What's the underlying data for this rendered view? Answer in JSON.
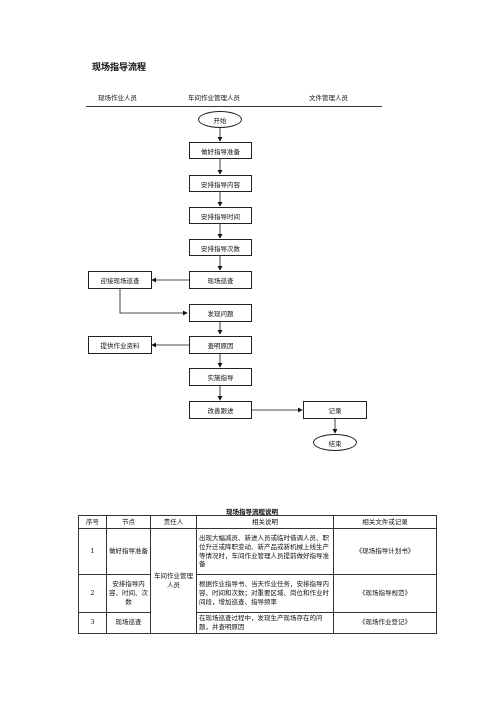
{
  "title": "现场指导流程",
  "lanes": [
    "现场作业人员",
    "车间作业管理人员",
    "文件管理人员"
  ],
  "nodes": {
    "start": "开始",
    "prepare": "做好指导准备",
    "content": "安排指导内容",
    "time": "安排指导时间",
    "count": "安排指导次数",
    "patrol": "现场巡查",
    "accept": "迎接现场巡查",
    "problem": "发现问题",
    "provide": "提供作业资料",
    "cause": "查明原因",
    "implement": "实施指导",
    "improve": "改善跟进",
    "record": "记录",
    "end": "结束"
  },
  "table": {
    "title": "现场指导流程说明",
    "headers": [
      "序号",
      "节点",
      "责任人",
      "相关说明",
      "相关文件或记录"
    ],
    "responsible": "车间作业管理人员",
    "rows": [
      {
        "no": "1",
        "node": "做好指导准备",
        "desc": "出现大幅减员、新进人员或临时借调人员、职位升迁或降职变动、新产品或新机械上线生产等情况时，车间作业管理人员提前做好指导准备",
        "doc": "《现场指导计划书》"
      },
      {
        "no": "2",
        "node": "安排指导内容、时间、次数",
        "desc": "根据作业指导书、当天作业任务，安排指导内容、时间和次数；对重要区域、岗位和作业时间段，增加巡查、指导频率",
        "doc": "《现场指导规范》"
      },
      {
        "no": "3",
        "node": "现场巡查",
        "desc": "在现场巡查过程中，发现生产现场存在的问题，并查明原因",
        "doc": "《现场作业登记》"
      }
    ]
  }
}
